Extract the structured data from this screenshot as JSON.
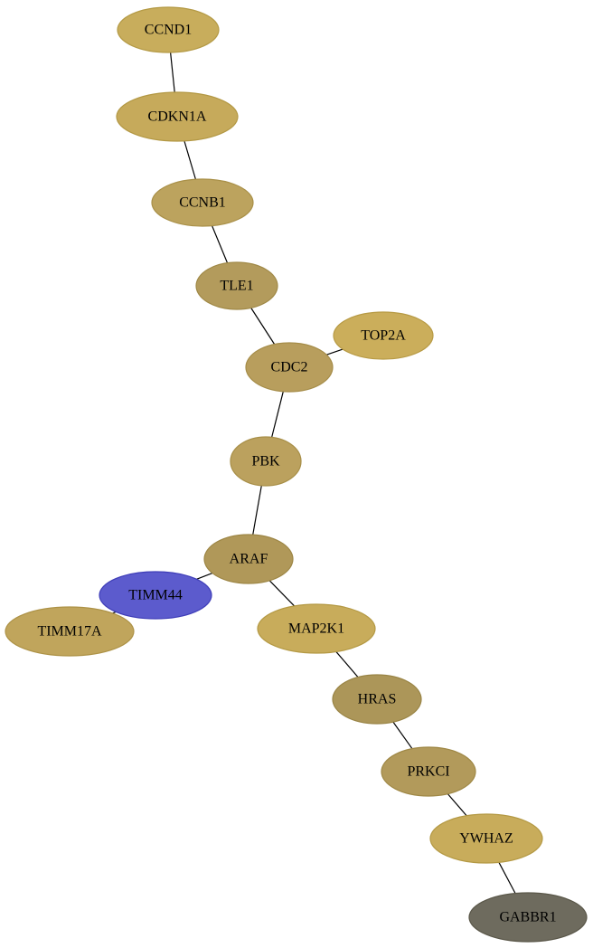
{
  "graph": {
    "nodes": [
      {
        "id": "CCND1",
        "label": "CCND1",
        "fill": "#c8ad5c",
        "stroke": "#b49a45"
      },
      {
        "id": "CDKN1A",
        "label": "CDKN1A",
        "fill": "#c6aa5b",
        "stroke": "#b39844"
      },
      {
        "id": "CCNB1",
        "label": "CCNB1",
        "fill": "#bca35e",
        "stroke": "#a99048"
      },
      {
        "id": "TLE1",
        "label": "TLE1",
        "fill": "#b39b5c",
        "stroke": "#a08947"
      },
      {
        "id": "TOP2A",
        "label": "TOP2A",
        "fill": "#cbae5b",
        "stroke": "#b79a44"
      },
      {
        "id": "CDC2",
        "label": "CDC2",
        "fill": "#b89e5d",
        "stroke": "#a58c48"
      },
      {
        "id": "PBK",
        "label": "PBK",
        "fill": "#bba15e",
        "stroke": "#a88f48"
      },
      {
        "id": "ARAF",
        "label": "ARAF",
        "fill": "#b09859",
        "stroke": "#9d8645"
      },
      {
        "id": "TIMM44",
        "label": "TIMM44",
        "fill": "#5c5bcd",
        "stroke": "#3f3eb8"
      },
      {
        "id": "TIMM17A",
        "label": "TIMM17A",
        "fill": "#c0a55c",
        "stroke": "#ad9246"
      },
      {
        "id": "MAP2K1",
        "label": "MAP2K1",
        "fill": "#c8ac5b",
        "stroke": "#b49944"
      },
      {
        "id": "HRAS",
        "label": "HRAS",
        "fill": "#ac9659",
        "stroke": "#998445"
      },
      {
        "id": "PRKCI",
        "label": "PRKCI",
        "fill": "#b29a5b",
        "stroke": "#9f8846"
      },
      {
        "id": "YWHAZ",
        "label": "YWHAZ",
        "fill": "#c8ac5b",
        "stroke": "#b49944"
      },
      {
        "id": "GABBR1",
        "label": "GABBR1",
        "fill": "#6e6b5e",
        "stroke": "#5a5749"
      }
    ],
    "edges": [
      [
        "CCND1",
        "CDKN1A"
      ],
      [
        "CDKN1A",
        "CCNB1"
      ],
      [
        "CCNB1",
        "TLE1"
      ],
      [
        "TLE1",
        "CDC2"
      ],
      [
        "CDC2",
        "TOP2A"
      ],
      [
        "CDC2",
        "PBK"
      ],
      [
        "PBK",
        "ARAF"
      ],
      [
        "ARAF",
        "TIMM44"
      ],
      [
        "TIMM44",
        "TIMM17A"
      ],
      [
        "ARAF",
        "MAP2K1"
      ],
      [
        "MAP2K1",
        "HRAS"
      ],
      [
        "HRAS",
        "PRKCI"
      ],
      [
        "PRKCI",
        "YWHAZ"
      ],
      [
        "YWHAZ",
        "GABBR1"
      ]
    ]
  }
}
